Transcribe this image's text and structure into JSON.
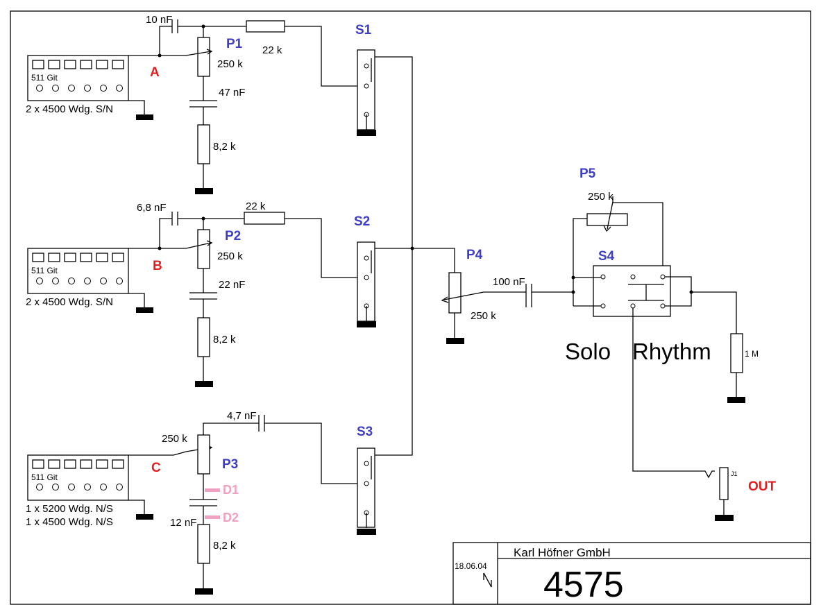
{
  "pickups": [
    {
      "model": "511 Git",
      "winding": "2 x 4500 Wdg. S/N",
      "winding2": "",
      "letter": "A"
    },
    {
      "model": "511 Git",
      "winding": "2 x 4500 Wdg. S/N",
      "winding2": "",
      "letter": "B"
    },
    {
      "model": "511 Git",
      "winding": "1 x 5200 Wdg. N/S",
      "winding2": "1 x 4500 Wdg. N/S",
      "letter": "C"
    }
  ],
  "pots": {
    "p1": {
      "name": "P1",
      "value": "250 k"
    },
    "p2": {
      "name": "P2",
      "value": "250 k"
    },
    "p3": {
      "name": "P3",
      "value": "250 k"
    },
    "p4": {
      "name": "P4",
      "value": "250 k"
    },
    "p5": {
      "name": "P5",
      "value": "250 k"
    }
  },
  "caps": {
    "c1": "10 nF",
    "c2": "47 nF",
    "c3": "6,8 nF",
    "c4": "22 nF",
    "c5": "4,7 nF",
    "c6": "12 nF",
    "c7": "100 nF"
  },
  "resistors": {
    "r1": "22 k",
    "r2": "8,2 k",
    "r3": "22 k",
    "r4": "8,2 k",
    "r5": "8,2 k",
    "r6": "1 M"
  },
  "switches": {
    "s1": "S1",
    "s2": "S2",
    "s3": "S3",
    "s4": "S4"
  },
  "diodes": {
    "d1": "D1",
    "d2": "D2"
  },
  "mode": {
    "solo": "Solo",
    "rhythm": "Rhythm"
  },
  "jack": {
    "ref": "J1",
    "label": "OUT"
  },
  "title_block": {
    "date": "18.06.04",
    "company": "Karl Höfner GmbH",
    "number": "4575"
  },
  "colors": {
    "component_label": "#3d3dc8",
    "pickup_letter": "#e02020",
    "diode": "#f0a0c0"
  }
}
